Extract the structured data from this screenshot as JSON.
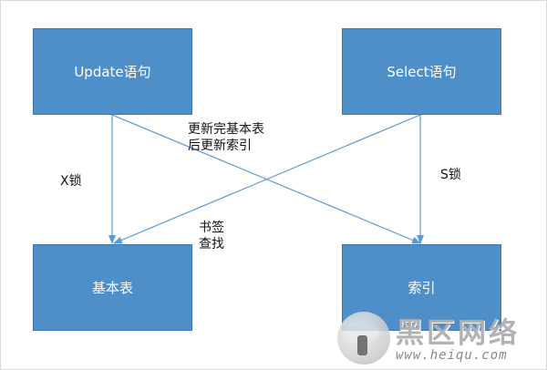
{
  "boxes": {
    "update": "Update语句",
    "select": "Select语句",
    "base_table": "基本表",
    "index": "索引"
  },
  "labels": {
    "x_lock": "X锁",
    "s_lock": "S锁",
    "update_note_line1": "更新完基本表",
    "update_note_line2": "后更新索引",
    "bookmark_line1": "书签",
    "bookmark_line2": "查找"
  },
  "watermark": {
    "title": "黑区网络",
    "url": "www.heiqu.com"
  },
  "colors": {
    "box_fill": "#4f8fc9",
    "box_border": "#3d77ad",
    "arrow": "#5b9bd5"
  }
}
